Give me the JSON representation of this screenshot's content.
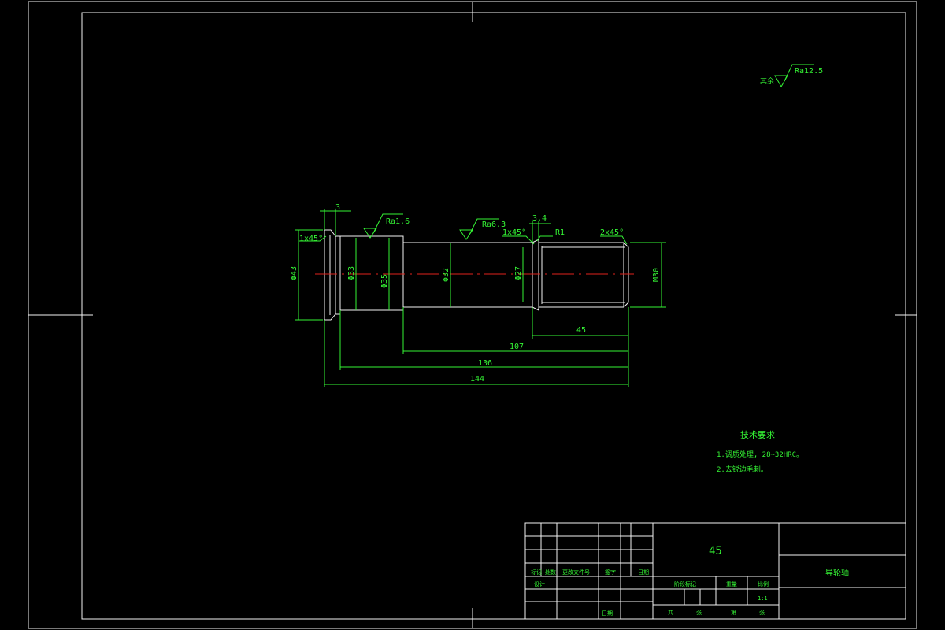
{
  "colors": {
    "background": "#000000",
    "frame": "#ffffff",
    "dimension": "#35f535",
    "centerline": "#e0221b",
    "text": "#35f535"
  },
  "drawing": {
    "surface_finish_general": {
      "prefix": "其余",
      "value": "Ra12.5"
    },
    "finish_marks": [
      "Ra1.6",
      "Ra6.3"
    ],
    "chamfers": [
      "1x45°",
      "1x45°",
      "2x45°"
    ],
    "fillet": "R1",
    "diameters": [
      "Φ43",
      "Φ33",
      "Φ35",
      "Φ32",
      "Φ27",
      "M30"
    ],
    "small_dims": [
      "3",
      "3.4"
    ],
    "lengths": [
      "45",
      "107",
      "136",
      "144"
    ]
  },
  "notes": {
    "title": "技术要求",
    "line1": "1.调质处理, 28~32HRC。",
    "line2": "2.去锐边毛刺。"
  },
  "title_block": {
    "material": "45",
    "part_name": "导轮轴",
    "sign_labels": [
      "标记",
      "处数",
      "更改文件号",
      "签字",
      "日期"
    ],
    "design_label": "设计",
    "stage_label": "阶段标记",
    "weight_label": "重量",
    "scale_label": "比例",
    "scale_value": "1:1",
    "sheet_labels": [
      "共",
      "张",
      "第",
      "张"
    ],
    "approve_label": "日期"
  }
}
